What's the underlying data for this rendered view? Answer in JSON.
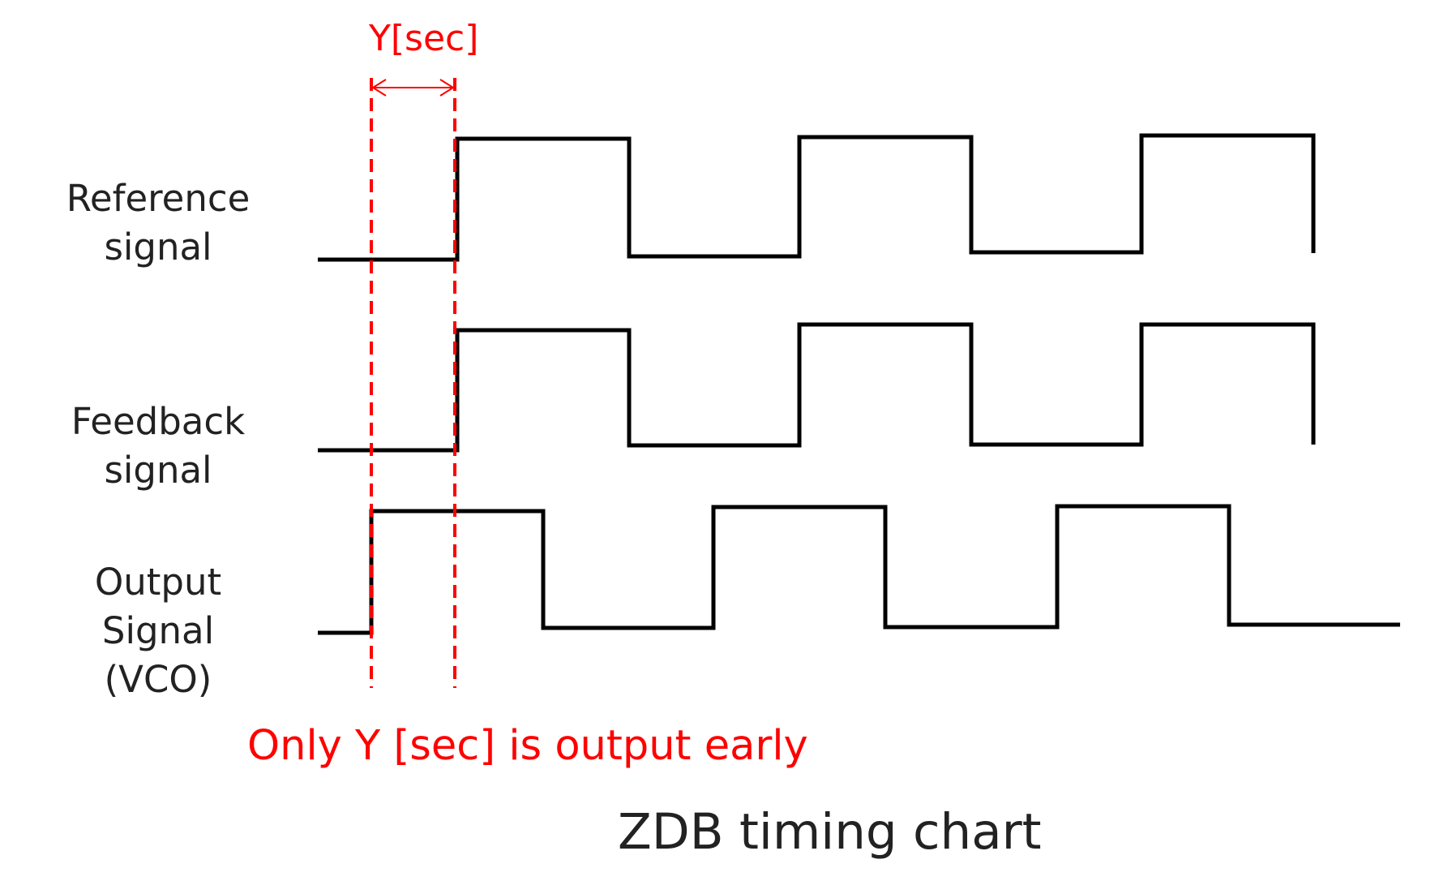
{
  "signals": [
    {
      "id": "reference",
      "label_line1": "Reference",
      "label_line2": "signal",
      "label_line3": ""
    },
    {
      "id": "feedback",
      "label_line1": "Feedback",
      "label_line2": "signal",
      "label_line3": ""
    },
    {
      "id": "output",
      "label_line1": "Output",
      "label_line2": "Signal",
      "label_line3": "(VCO)"
    }
  ],
  "annotation": {
    "interval_label": "Y[sec]",
    "note": "Only Y [sec] is output early",
    "color": "#ff0000"
  },
  "caption": "ZDB timing chart",
  "colors": {
    "waveform": "#000000",
    "text": "#222222",
    "marker": "#ff0000"
  }
}
